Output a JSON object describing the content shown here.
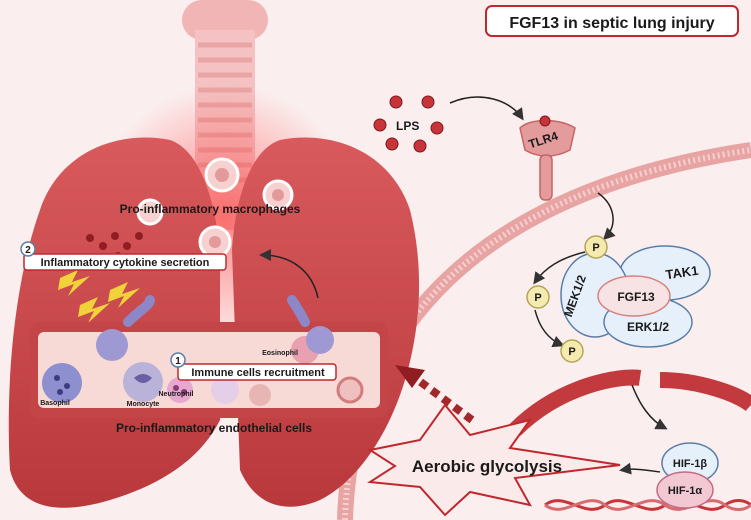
{
  "title": "FGF13 in septic lung injury",
  "labels": {
    "lps": "LPS",
    "tlr4": "TLR4",
    "p": "P",
    "tak1": "TAK1",
    "mek": "MEK1/2",
    "fgf13": "FGF13",
    "erk": "ERK1/2",
    "hif1b": "HIF-1β",
    "hif1a": "HIF-1α",
    "glycolysis": "Aerobic glycolysis",
    "macrophages": "Pro-inflammatory macrophages",
    "endothelial": "Pro-inflammatory endothelial cells",
    "cytokine": "Inflammatory cytokine secretion",
    "recruitment": "Immune cells recruitment",
    "step1": "1",
    "step2": "2",
    "eosinophil": "Eosinophil",
    "neutrophil": "Neutrophil",
    "monocyte": "Monocyte",
    "basophil": "Basophil"
  },
  "colors": {
    "accent_red": "#c0282e",
    "lung": "#c9474b",
    "vessel": "#f7d9d6",
    "protein_blue": "#e6f0fa",
    "phospho": "#f5eab0"
  }
}
